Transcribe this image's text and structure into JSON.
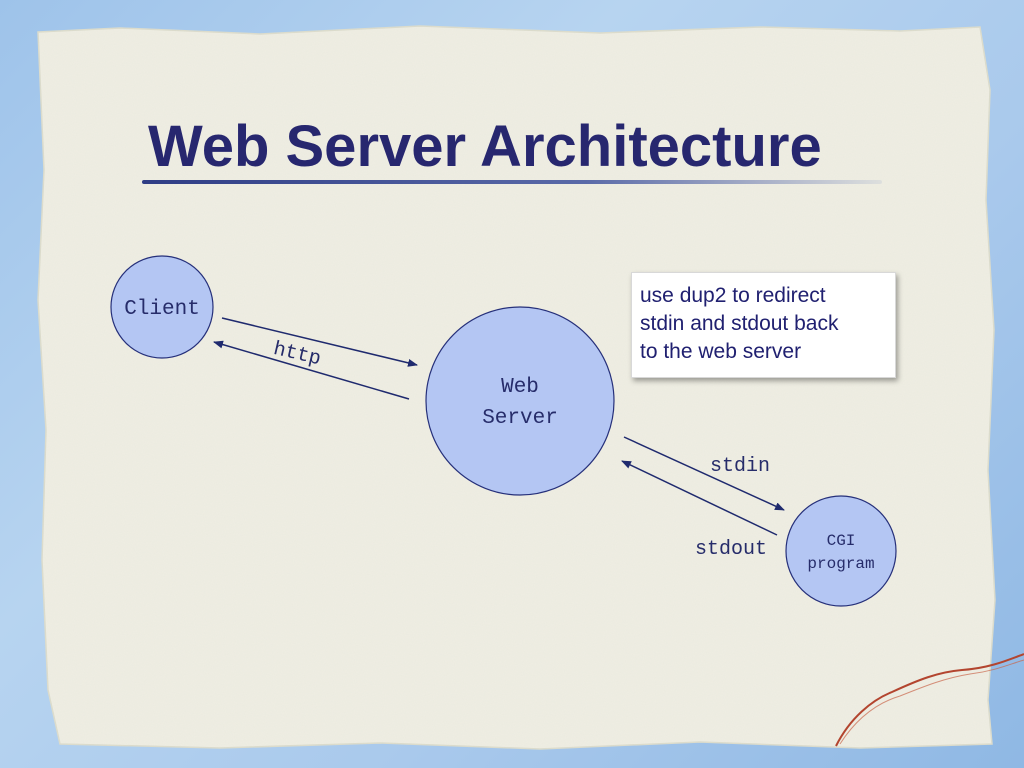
{
  "slide": {
    "title": "Web Server Architecture",
    "note_lines": [
      "use dup2 to redirect",
      "stdin and stdout back",
      "to the web server"
    ]
  },
  "diagram": {
    "nodes": {
      "client": {
        "label": "Client"
      },
      "web_server": {
        "label_lines": [
          "Web",
          "Server"
        ]
      },
      "cgi": {
        "label_lines": [
          "CGI",
          "program"
        ]
      }
    },
    "edges": {
      "http": "http",
      "stdin": "stdin",
      "stdout": "stdout"
    }
  },
  "colors": {
    "node_fill": "#b4c6f3",
    "node_stroke": "#26307a",
    "arrow": "#1f2a6e",
    "title": "#27276f",
    "paper": "#eeeee2"
  }
}
